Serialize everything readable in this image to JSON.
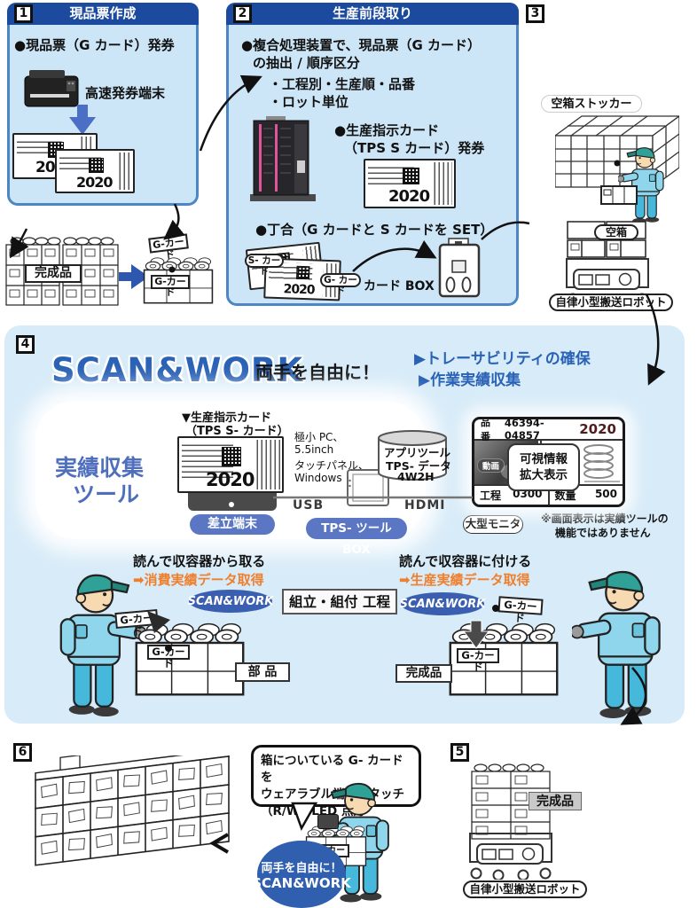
{
  "palette": {
    "header_blue": "#1c4a9e",
    "box_border": "#4c86c5",
    "box_bg": "#cde6f7",
    "panel_bg": "#d7ebf8",
    "accent_blue": "#2a62b5",
    "tool_blue": "#4f6fbd",
    "pill_blue": "#5b77c4",
    "oval_blue": "#3a5fb0",
    "orange": "#f07f2d",
    "circle_blue": "#2f5fae"
  },
  "step1": {
    "number": "1",
    "title": "現品票作成",
    "bullet": "●現品票（G カード）発券",
    "printer": "高速発券端末",
    "year": "2020"
  },
  "stack1": {
    "label": "完成品",
    "gcard": "G-カード"
  },
  "step2": {
    "number": "2",
    "title": "生産前段取り",
    "b1l1": "●複合処理装置で、現品票（G カード）",
    "b1l2": "の抽出 / 順序区分",
    "item1": "・工程別・生産順・品番",
    "item2": "・ロット単位",
    "b2l1": "●生産指示カード",
    "b2l2": "（TPS S カード）発券",
    "b3": "●丁合（G カードと S カードを SET）",
    "scard_tag": "S- カード",
    "gcard_tag": "G- カード",
    "cardbox": "カード BOX へ",
    "year": "2020"
  },
  "step3": {
    "number": "3",
    "stocker": "空箱ストッカー",
    "empty": "空箱",
    "robot": "自律小型搬送ロボット"
  },
  "step4": {
    "number": "4",
    "title": "SCAN&WORK",
    "subtitle": "両手を自由に！",
    "point1": "▶トレーサビリティの確保",
    "point2": "▶作業実績収集",
    "tool_l1": "実績収集",
    "tool_l2": "ツール",
    "cap1": "▼生産指示カード",
    "cap2": "（TPS S- カード）",
    "terminal": "差立端末",
    "pc1": "極小 PC、",
    "pc2": "5.5inch",
    "pc3": "タッチパネル、",
    "pc4": "Windows",
    "db1": "アプリツール",
    "db2": "TPS- データ",
    "db3": "4W2H",
    "usb": "USB",
    "hdmi": "HDMI",
    "toolbox": "TPS- ツール BOX",
    "monitor": "大型モニタ",
    "note1": "※画面表示は実績ツールの",
    "note2": "機能ではありません",
    "scr": {
      "hinban": "品番",
      "part_no": "46394-04857",
      "year": "2020",
      "douga": "動画",
      "ov1": "可視情報",
      "ov2": "拡大表示",
      "kotei": "工程",
      "kotei_v": "0300",
      "suuryo": "数量",
      "suuryo_v": "500"
    },
    "left_cap": "読んで収容器から取る",
    "left_res": "➡消費実績データ取得",
    "right_cap": "読んで収容器に付ける",
    "right_res": "➡生産実績データ取得",
    "scanwork": "SCAN&WORK",
    "process": "組立・組付 工程",
    "parts": "部 品",
    "finished": "完成品",
    "gcard": "G-カード",
    "year": "2020"
  },
  "step5": {
    "number": "5",
    "finished": "完成品",
    "robot": "自律小型搬送ロボット"
  },
  "step6": {
    "number": "6"
  },
  "bottom": {
    "bub1": "箱についている G- カードを",
    "bub2": "ウェアラブル端末でタッチ",
    "bub3": "（R/W）LED 点灯",
    "circ1": "両手を自由に！",
    "circ2": "SCAN&WORK",
    "gcard": "G-カード"
  }
}
